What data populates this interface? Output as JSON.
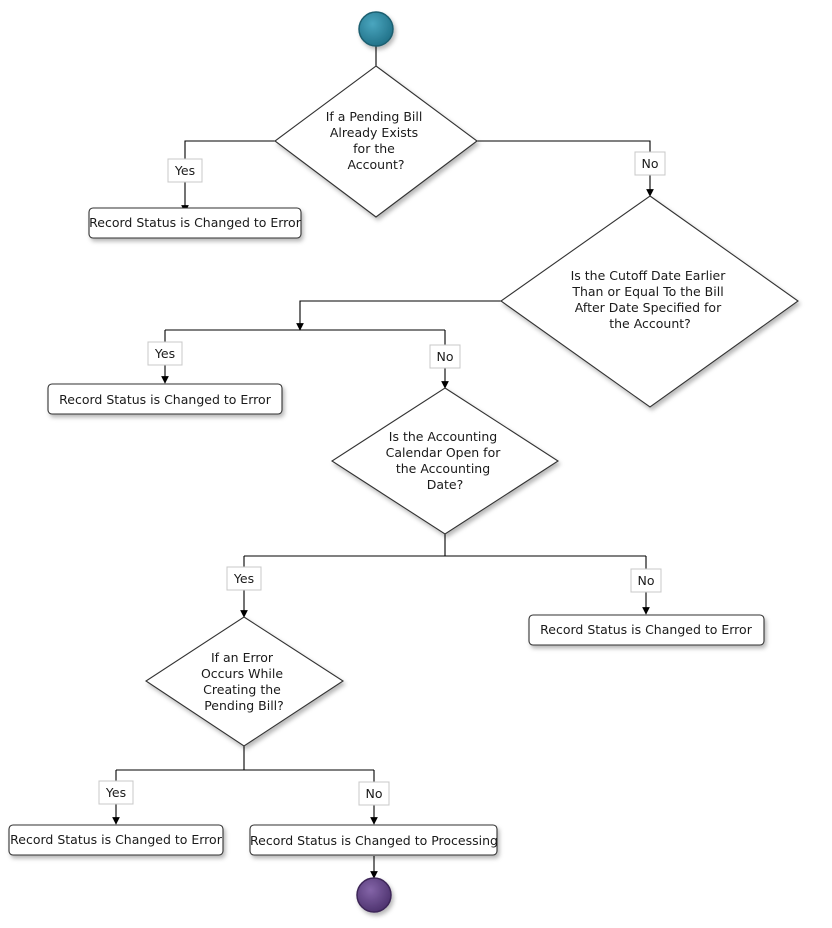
{
  "diagram": {
    "decision1": [
      "If a Pending Bill",
      "Already Exists",
      "for the",
      "Account?"
    ],
    "decision2": [
      "Is the Cutoff Date Earlier",
      "Than or Equal To the Bill",
      "After Date Specified for",
      "the Account?"
    ],
    "decision3": [
      "Is the Accounting",
      "Calendar Open for",
      "the Accounting",
      "Date?"
    ],
    "decision4": [
      "If an Error",
      "Occurs While",
      "Creating the",
      "Pending Bill?"
    ],
    "box1": "Record Status is Changed to Error",
    "box2": "Record Status is Changed to Error",
    "box3": "Record Status is Changed to Error",
    "box4": "Record Status is Changed to Error",
    "box5": "Record Status is Changed to Processing",
    "yes": "Yes",
    "no": "No",
    "colors": {
      "start": "#2f8ca6",
      "end": "#6a4a8c"
    }
  }
}
